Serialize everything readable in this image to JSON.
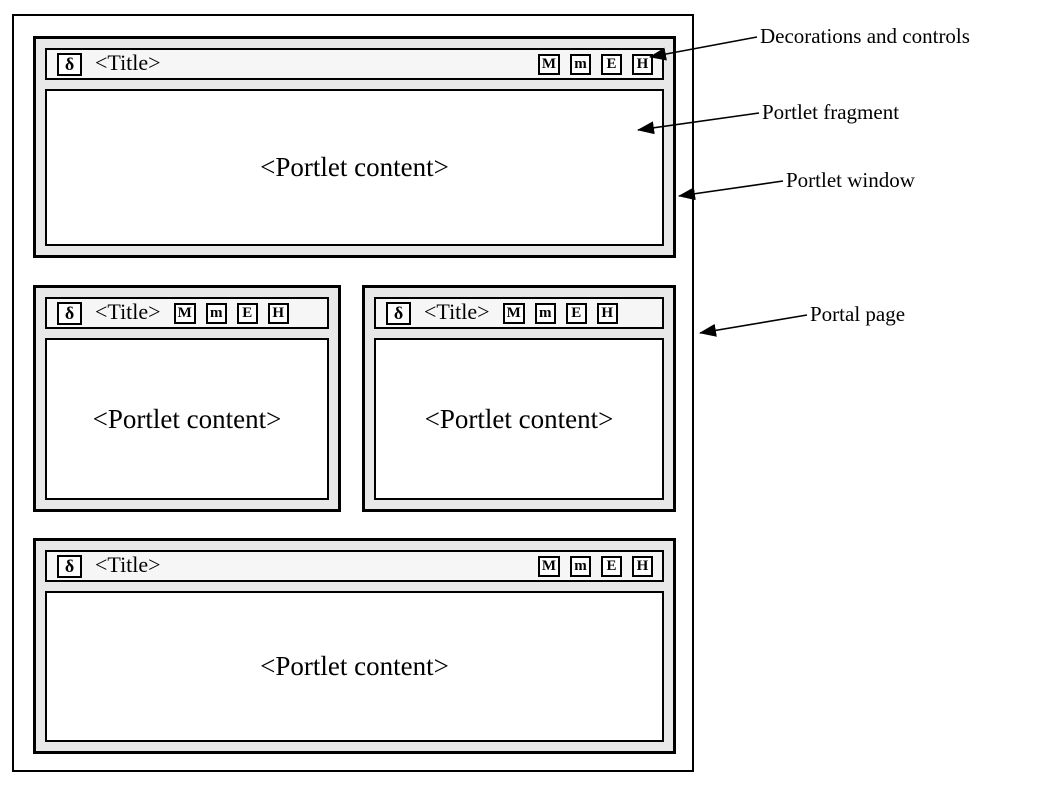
{
  "portal": {
    "portlets": [
      {
        "icon": "δ",
        "title": "<Title>",
        "controls": [
          "M",
          "m",
          "E",
          "H"
        ],
        "content": "<Portlet content>"
      },
      {
        "icon": "δ",
        "title": "<Title>",
        "controls": [
          "M",
          "m",
          "E",
          "H"
        ],
        "content": "<Portlet content>"
      },
      {
        "icon": "δ",
        "title": "<Title>",
        "controls": [
          "M",
          "m",
          "E",
          "H"
        ],
        "content": "<Portlet content>"
      },
      {
        "icon": "δ",
        "title": "<Title>",
        "controls": [
          "M",
          "m",
          "E",
          "H"
        ],
        "content": "<Portlet content>"
      }
    ]
  },
  "annotations": {
    "decorations": "Decorations and controls",
    "fragment": "Portlet fragment",
    "window": "Portlet window",
    "page": "Portal page"
  },
  "colors": {
    "portlet_frame_bg": "#e8e8e8",
    "titlebar_bg": "#f6f6f6",
    "border": "#000000",
    "content_bg": "#ffffff"
  }
}
